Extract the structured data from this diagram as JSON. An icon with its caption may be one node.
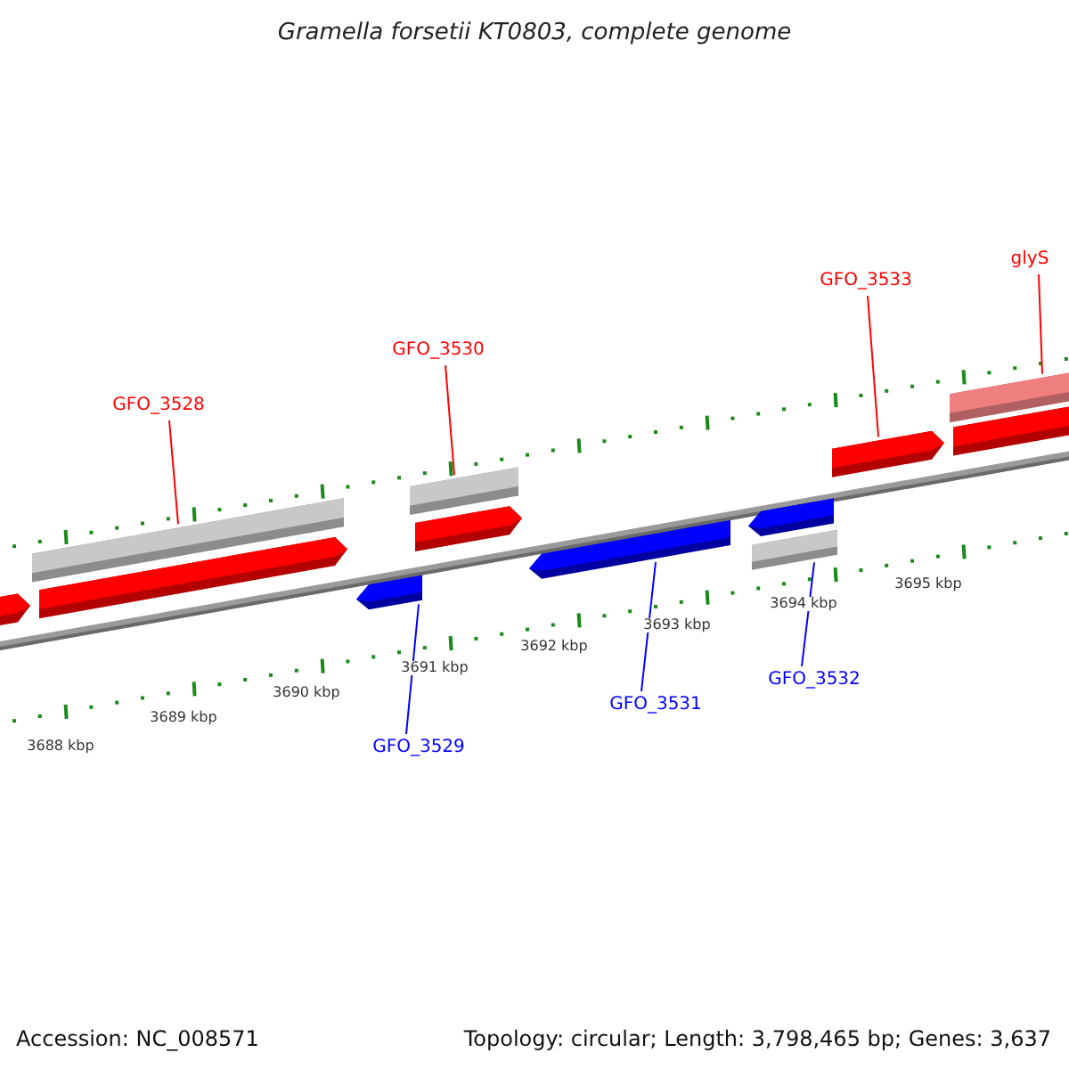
{
  "diagram": {
    "title": "Gramella forsetii KT0803, complete genome",
    "nodes": [
      {
        "text": [
          "glyS"
        ]
      },
      {
        "text": [
          "GFO_3533"
        ]
      },
      {
        "text": [
          "GFO_3530"
        ]
      },
      {
        "text": [
          "GFO_3528"
        ]
      },
      {
        "text": [
          "GFO_3532"
        ]
      },
      {
        "text": [
          "GFO_3531"
        ]
      },
      {
        "text": [
          "GFO_3529"
        ]
      },
      {
        "text": [],
        "shape": "pentagon"
      },
      {
        "text": [],
        "shape": "bar"
      },
      {
        "text": [],
        "shape": "pentagon"
      },
      {
        "text": [],
        "shape": "pentagon"
      },
      {
        "text": [],
        "shape": "bar"
      },
      {
        "text": [],
        "shape": "pentagon"
      },
      {
        "text": [],
        "shape": "pentagon"
      },
      {
        "text": [],
        "shape": "pentagon"
      },
      {
        "text": [],
        "shape": "bar"
      },
      {
        "text": [],
        "shape": "pentagon"
      },
      {
        "text": [],
        "shape": "bar"
      },
      {
        "text": [],
        "shape": "pentagon"
      }
    ],
    "edges": [
      {
        "from": 3,
        "to": 8,
        "arrow": "none"
      },
      {
        "from": 2,
        "to": 11,
        "arrow": "none"
      },
      {
        "from": 1,
        "to": 16,
        "arrow": "none"
      },
      {
        "from": 0,
        "to": 17,
        "arrow": "none"
      },
      {
        "from": 6,
        "to": 10,
        "arrow": "none",
        "color": "#0000ff"
      },
      {
        "from": 5,
        "to": 13,
        "arrow": "none",
        "color": "#0000ff"
      },
      {
        "from": 4,
        "to": 15,
        "arrow": "none",
        "color": "#0000ff"
      }
    ],
    "labels": [
      "3688 kbp",
      "3689 kbp",
      "3690 kbp",
      "3691 kbp",
      "3692 kbp",
      "3693 kbp",
      "3694 kbp",
      "3695 kbp",
      "Accession: NC_008571",
      "Topology: circular; Length: 3,798,465 bp; Genes: 3,637"
    ]
  }
}
